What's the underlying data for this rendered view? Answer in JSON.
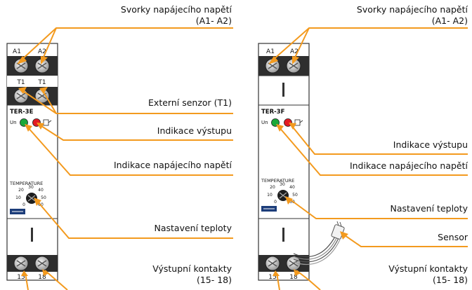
{
  "left_device": {
    "model": "TER-3E",
    "terminals_top": [
      "A1",
      "A2"
    ],
    "terminals_sensor": [
      "T1",
      "T1"
    ],
    "led_label": "Un",
    "dial_title": "TEMPERATURE",
    "dial_scale": [
      "0",
      "10",
      "20",
      "30",
      "40",
      "50",
      "60"
    ],
    "terminals_bottom": [
      "15",
      "18"
    ],
    "labels": {
      "supply_terminals": "Svorky napájecího napětí\n(A1- A2)",
      "external_sensor": "Externí senzor (T1)",
      "output_indicator": "Indikace výstupu",
      "supply_indicator": "Indikace napájecího napětí",
      "temp_setting": "Nastavení teploty",
      "output_contacts": "Výstupní kontakty\n(15- 18)"
    }
  },
  "right_device": {
    "model": "TER-3F",
    "terminals_top": [
      "A1",
      "A2"
    ],
    "led_label": "Un",
    "dial_title": "TEMPERATURE",
    "dial_scale": [
      "0",
      "10",
      "20",
      "30",
      "40",
      "50",
      "60"
    ],
    "terminals_bottom": [
      "15",
      "18"
    ],
    "labels": {
      "supply_terminals": "Svorky napájecího napětí\n(A1- A2)",
      "output_indicator": "Indikace výstupu",
      "supply_indicator": "Indikace napájecího napětí",
      "temp_setting": "Nastavení teploty",
      "sensor": "Sensor",
      "output_contacts": "Výstupní kontakty\n(15- 18)"
    }
  },
  "colors": {
    "arrow": "#f39a1e",
    "led_green": "#1aa83a",
    "led_red": "#e31b23",
    "device_outline": "#333333"
  }
}
